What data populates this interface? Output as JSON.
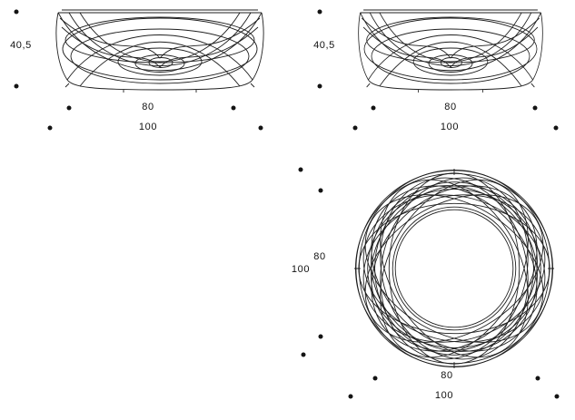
{
  "colors": {
    "ink": "#1f1f1f",
    "background": "#ffffff"
  },
  "diagram": {
    "type": "technical-dimension-drawing",
    "subject": "wireframe round table, three orthographic views",
    "views": {
      "front_elevation": {
        "height": "40,5",
        "width_top": "80",
        "width_overall": "100"
      },
      "side_elevation": {
        "height": "40,5",
        "width_top": "80",
        "width_overall": "100"
      },
      "plan": {
        "depth_inner": "80",
        "depth_overall": "100",
        "width_inner": "80",
        "width_overall": "100"
      }
    }
  }
}
